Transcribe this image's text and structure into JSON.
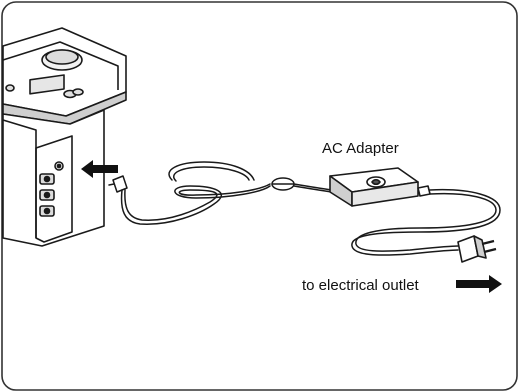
{
  "labels": {
    "ac_adapter": "AC Adapter",
    "outlet": "to electrical outlet"
  },
  "colors": {
    "line": "#1a1a1a",
    "fill": "#ffffff",
    "border": "#333333"
  },
  "icons": [
    "device-unit",
    "dc-plug-icon",
    "ac-adapter-brick",
    "ac-plug-icon",
    "arrow-left-icon",
    "arrow-right-icon"
  ]
}
